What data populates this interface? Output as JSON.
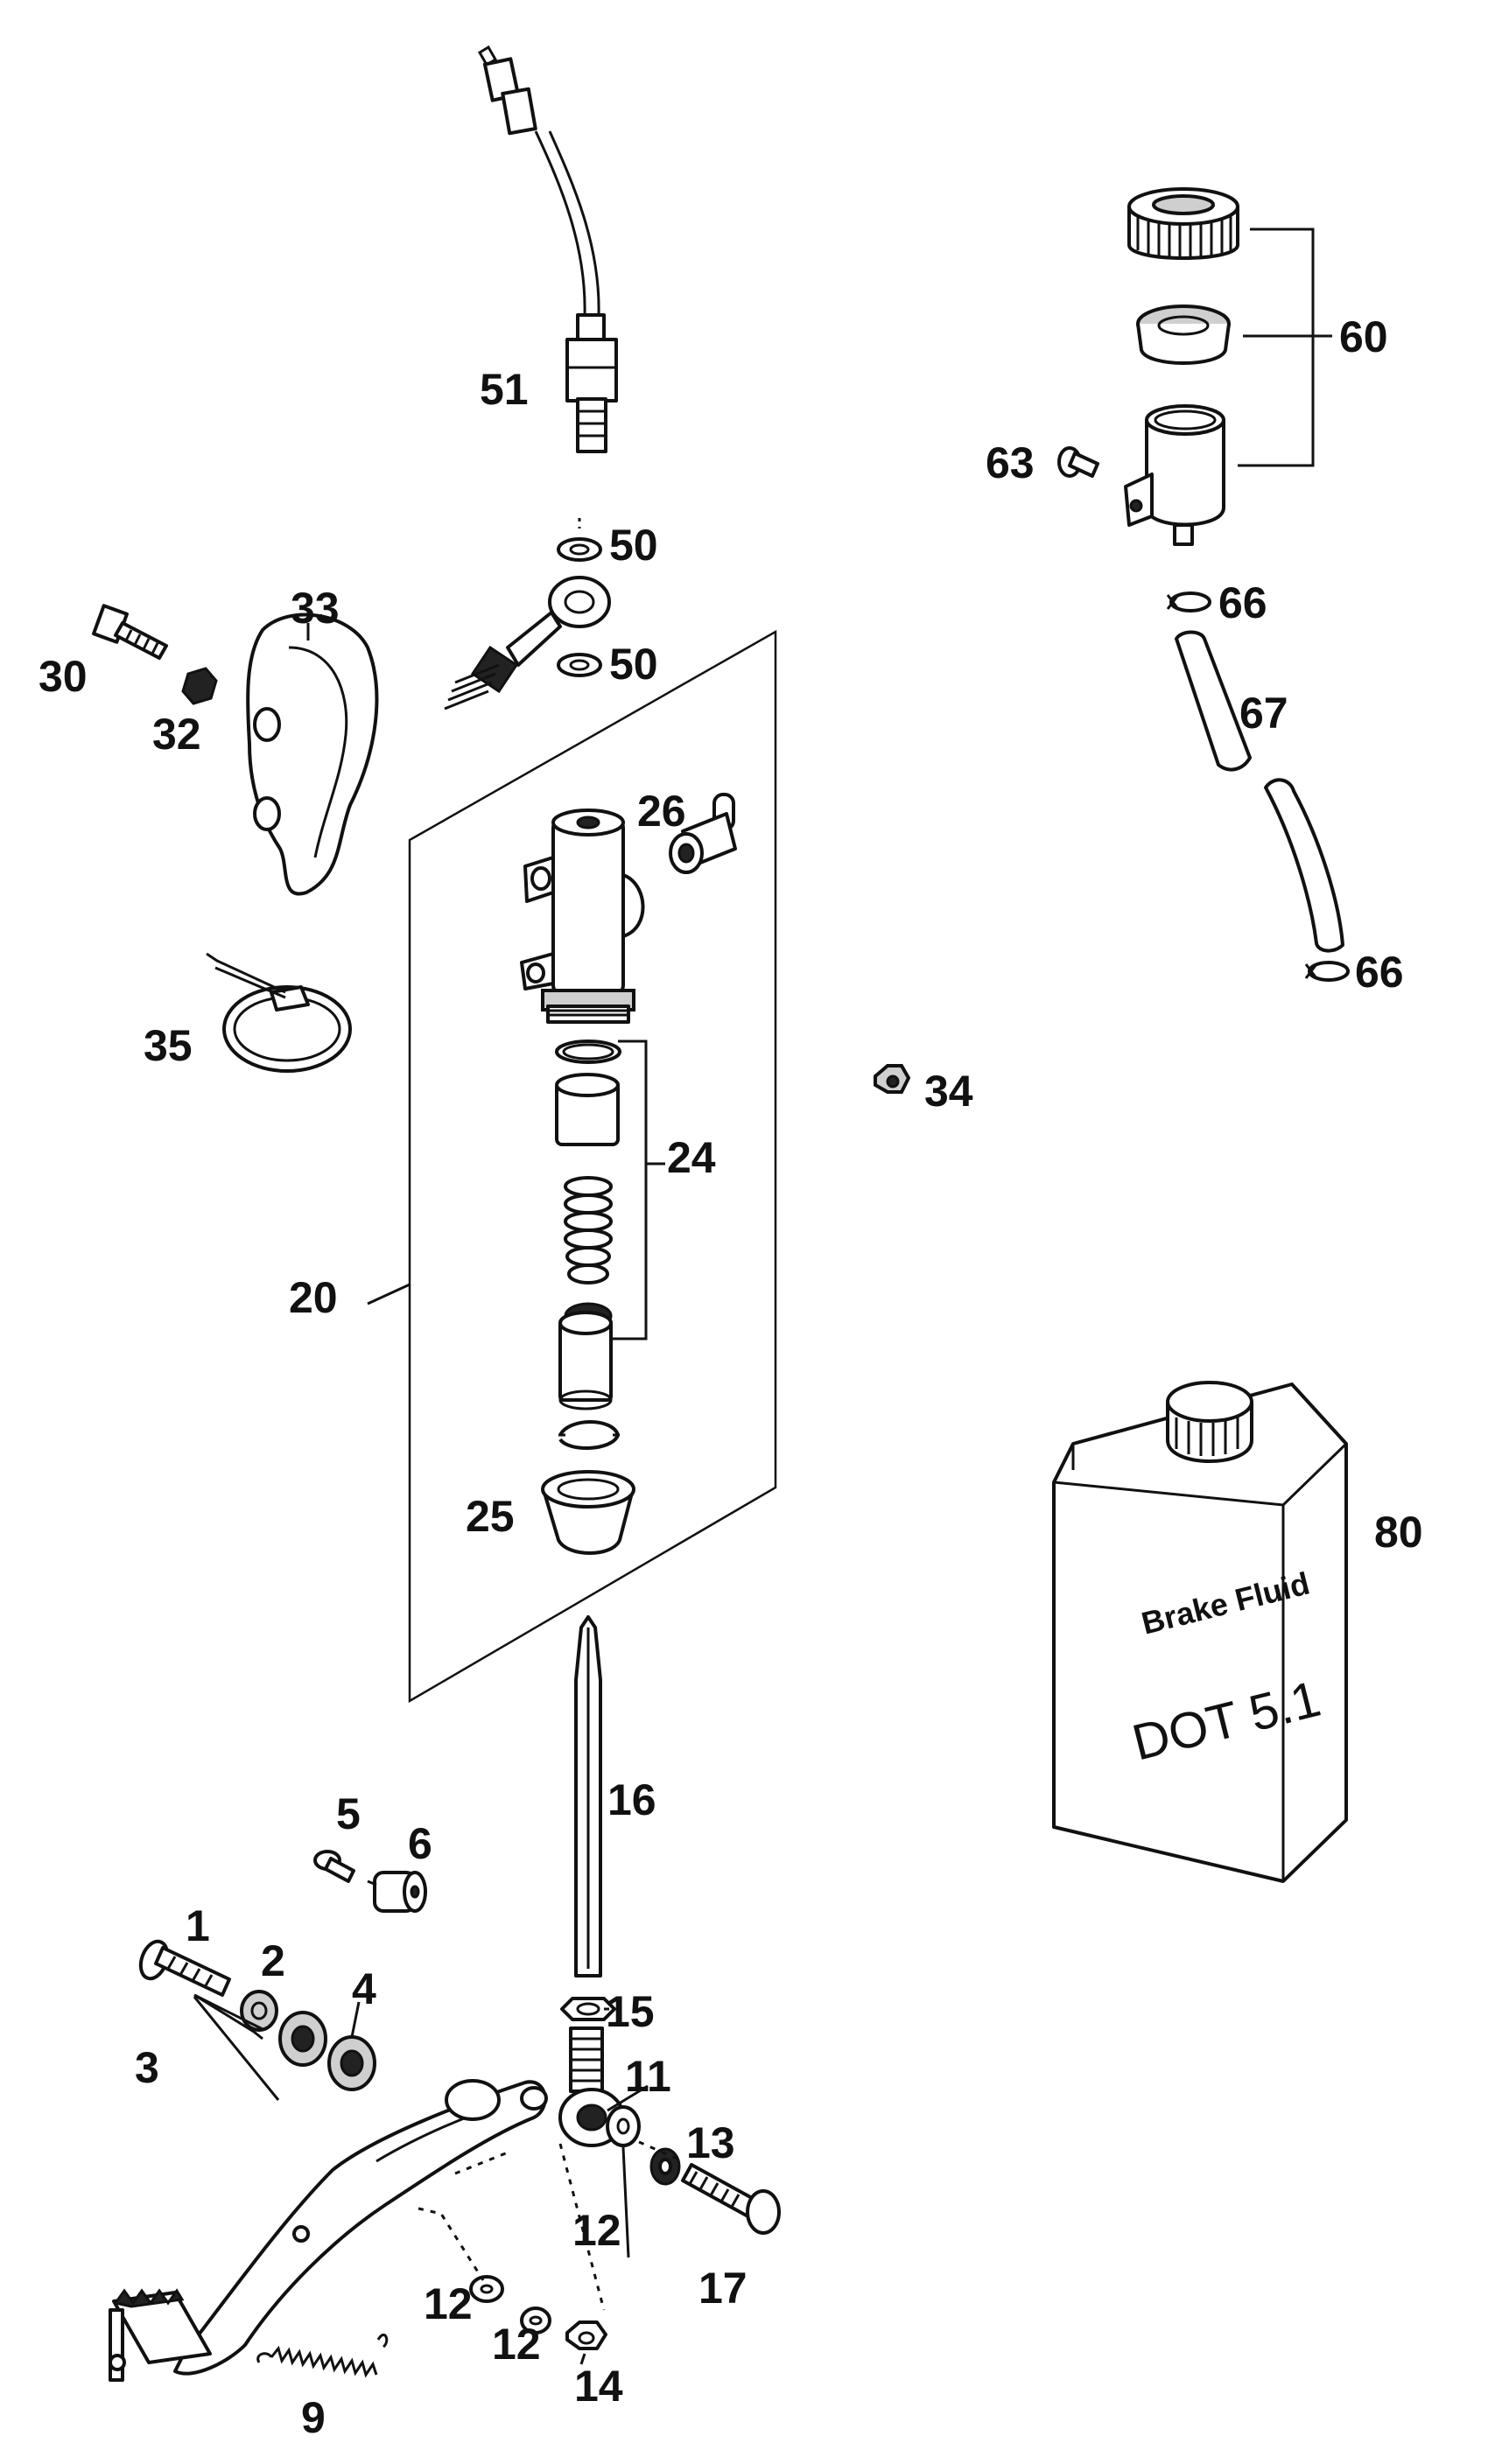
{
  "callouts": [
    {
      "id": "51",
      "text": "51"
    },
    {
      "id": "50a",
      "text": "50"
    },
    {
      "id": "50b",
      "text": "50"
    },
    {
      "id": "33",
      "text": "33"
    },
    {
      "id": "30",
      "text": "30"
    },
    {
      "id": "32",
      "text": "32"
    },
    {
      "id": "26",
      "text": "26"
    },
    {
      "id": "35",
      "text": "35"
    },
    {
      "id": "24",
      "text": "24"
    },
    {
      "id": "20",
      "text": "20"
    },
    {
      "id": "25",
      "text": "25"
    },
    {
      "id": "16",
      "text": "16"
    },
    {
      "id": "5",
      "text": "5"
    },
    {
      "id": "6",
      "text": "6"
    },
    {
      "id": "1",
      "text": "1"
    },
    {
      "id": "2",
      "text": "2"
    },
    {
      "id": "4",
      "text": "4"
    },
    {
      "id": "3",
      "text": "3"
    },
    {
      "id": "15",
      "text": "15"
    },
    {
      "id": "11",
      "text": "11"
    },
    {
      "id": "13",
      "text": "13"
    },
    {
      "id": "12a",
      "text": "12"
    },
    {
      "id": "12b",
      "text": "12"
    },
    {
      "id": "12c",
      "text": "12"
    },
    {
      "id": "14",
      "text": "14"
    },
    {
      "id": "17",
      "text": "17"
    },
    {
      "id": "9",
      "text": "9"
    },
    {
      "id": "60",
      "text": "60"
    },
    {
      "id": "63",
      "text": "63"
    },
    {
      "id": "66a",
      "text": "66"
    },
    {
      "id": "67",
      "text": "67"
    },
    {
      "id": "66b",
      "text": "66"
    },
    {
      "id": "34",
      "text": "34"
    },
    {
      "id": "80",
      "text": "80"
    }
  ],
  "fluid_container": {
    "line1": "Brake Fluid",
    "line2": "DOT 5.1"
  }
}
